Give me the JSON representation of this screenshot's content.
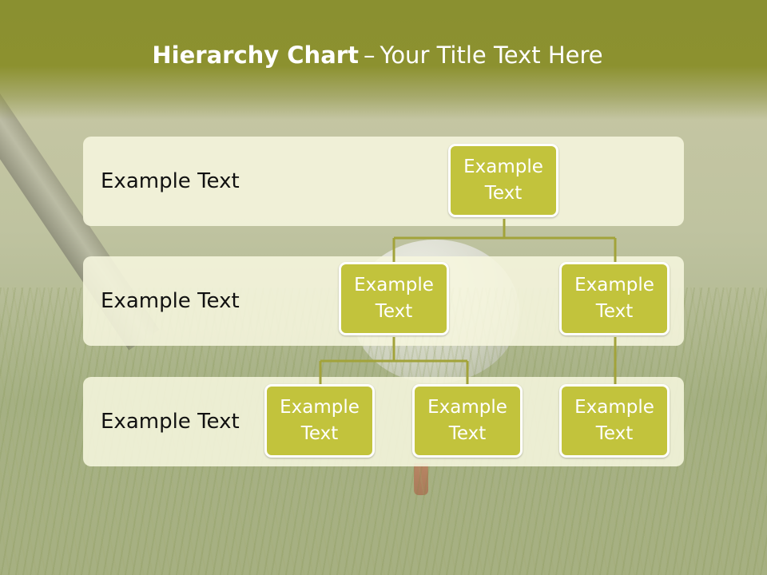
{
  "title": {
    "bold": "Hierarchy Chart",
    "separator": "–",
    "rest": "Your Title Text Here"
  },
  "bands": [
    {
      "label": "Example Text"
    },
    {
      "label": "Example Text"
    },
    {
      "label": "Example Text"
    }
  ],
  "nodes": {
    "root": "Example Text",
    "level2_left": "Example Text",
    "level2_right": "Example Text",
    "level3_left": "Example Text",
    "level3_middle": "Example Text",
    "level3_right": "Example Text"
  },
  "colors": {
    "header": "#8c912f",
    "node_fill": "#c2c33c",
    "connector": "#a2a33a",
    "band_fill": "#f6f6de"
  }
}
